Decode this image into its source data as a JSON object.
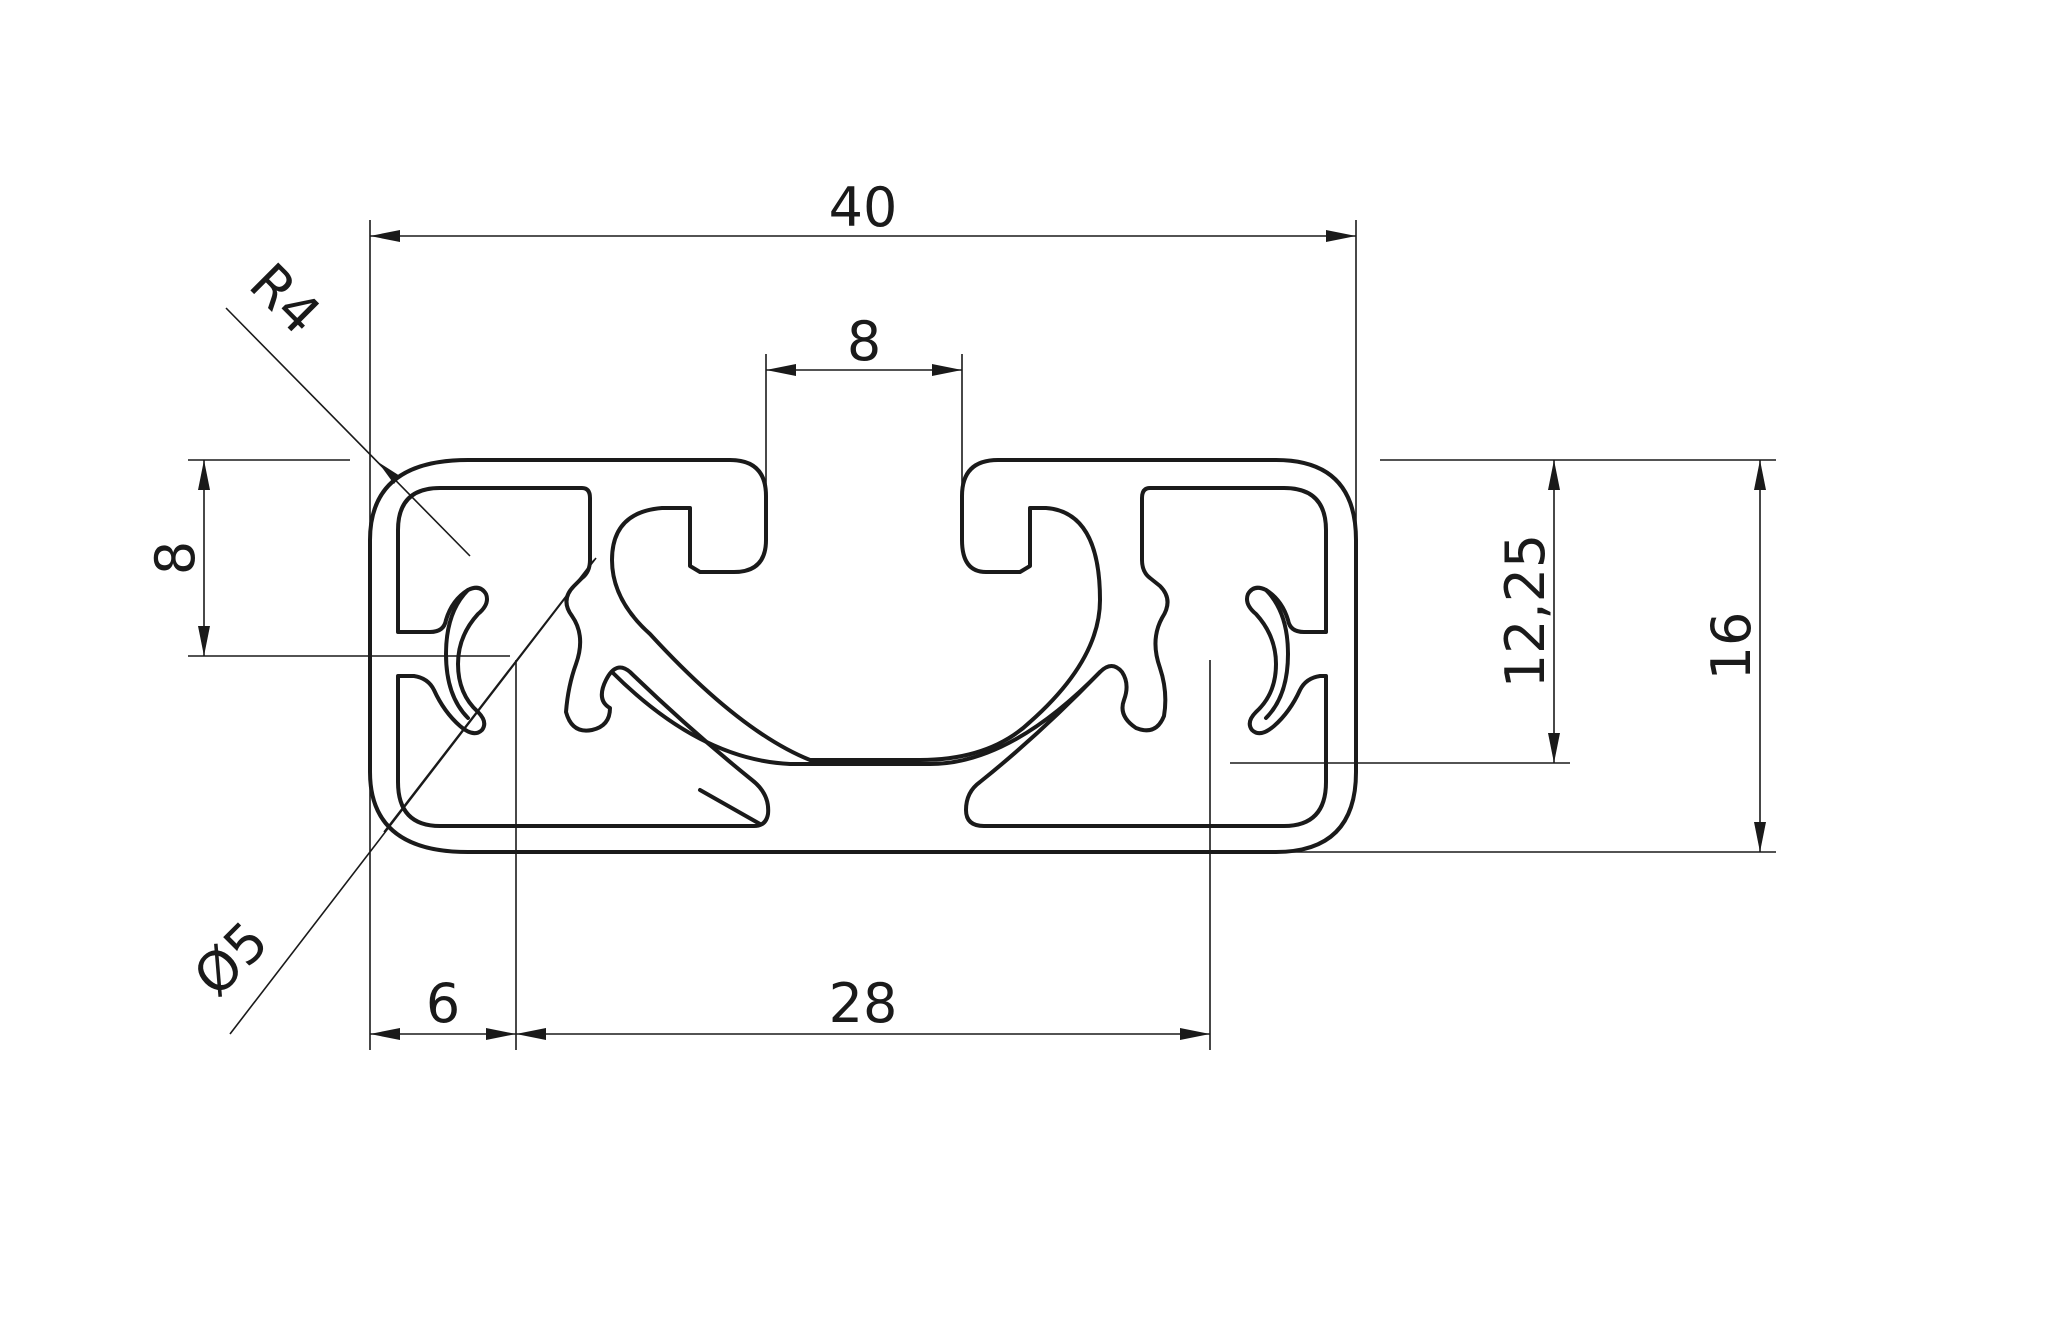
{
  "dimensions": {
    "overall_width": "40",
    "slot_width": "8",
    "slot_center_height": "8",
    "inner_height": "12,25",
    "overall_height": "16",
    "corner_radius": "R4",
    "hole_diameter": "Ø5",
    "hole_offset": "6",
    "hole_spacing": "28"
  },
  "colors": {
    "line": "#1a1a1a",
    "background": "#ffffff"
  }
}
